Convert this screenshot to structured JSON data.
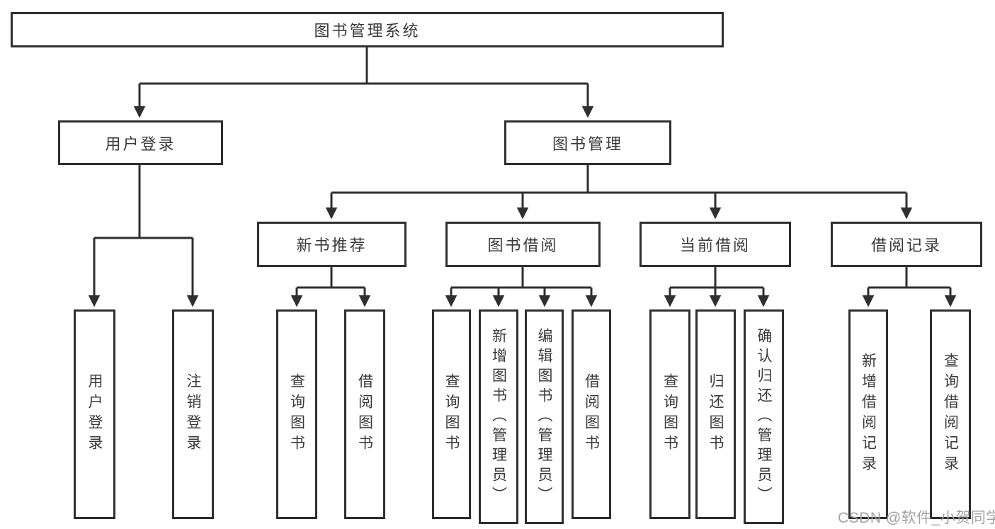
{
  "diagram": {
    "root": "图书管理系统",
    "level2": {
      "login": "用户登录",
      "management": "图书管理"
    },
    "level3": {
      "new_books": "新书推荐",
      "borrowing": "图书借阅",
      "current_borrow": "当前借阅",
      "borrow_records": "借阅记录"
    },
    "leaves": {
      "login": [
        "用户登录",
        "注销登录"
      ],
      "new_books": [
        "查询图书",
        "借阅图书"
      ],
      "borrowing": [
        "查询图书",
        "新增图书（管理员）",
        "编辑图书（管理员）",
        "借阅图书"
      ],
      "current_borrow": [
        "查询图书",
        "归还图书",
        "确认归还（管理员）"
      ],
      "borrow_records": [
        "新增借阅记录",
        "查询借阅记录"
      ]
    }
  },
  "watermark": "CSDN @软件_小贺同学",
  "colors": {
    "line": "#2f2f2f",
    "text": "#3a3a3a",
    "watermark": "#a2a2a2",
    "background": "#ffffff"
  }
}
